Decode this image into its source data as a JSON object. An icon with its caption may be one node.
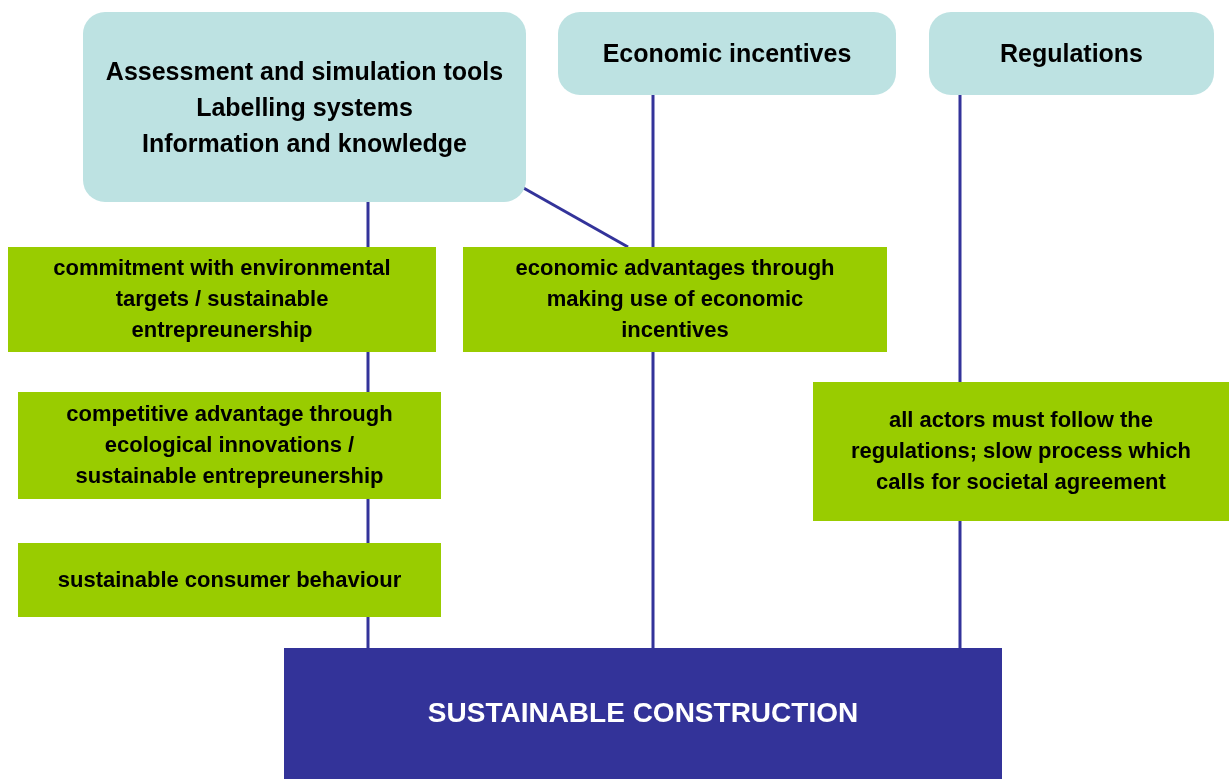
{
  "diagram": {
    "nodes": [
      {
        "text": [
          "Assessment and simulation tools",
          "Labelling systems",
          "Information and knowledge"
        ]
      },
      {
        "text": [
          "Economic incentives"
        ]
      },
      {
        "text": [
          "Regulations"
        ]
      },
      {
        "text": [
          "commitment with environmental targets / sustainable entrepreunership"
        ]
      },
      {
        "text": [
          "economic advantages through making use of economic incentives"
        ]
      },
      {
        "text": [
          "competitive advantage through ecological innovations / sustainable entrepreunership"
        ]
      },
      {
        "text": [
          "all actors must follow the regulations; slow process which calls for societal agreement"
        ]
      },
      {
        "text": [
          "sustainable consumer behaviour"
        ]
      },
      {
        "text": [
          "SUSTAINABLE CONSTRUCTION"
        ]
      }
    ],
    "edges": [
      {
        "from": 0,
        "to": 3,
        "arrow": "none"
      },
      {
        "from": 3,
        "to": 5,
        "arrow": "none"
      },
      {
        "from": 5,
        "to": 7,
        "arrow": "none"
      },
      {
        "from": 7,
        "to": 8,
        "arrow": "none"
      },
      {
        "from": 0,
        "to": 4,
        "arrow": "none"
      },
      {
        "from": 1,
        "to": 4,
        "arrow": "none"
      },
      {
        "from": 4,
        "to": 8,
        "arrow": "none"
      },
      {
        "from": 2,
        "to": 6,
        "arrow": "none"
      },
      {
        "from": 6,
        "to": 8,
        "arrow": "none"
      }
    ]
  }
}
